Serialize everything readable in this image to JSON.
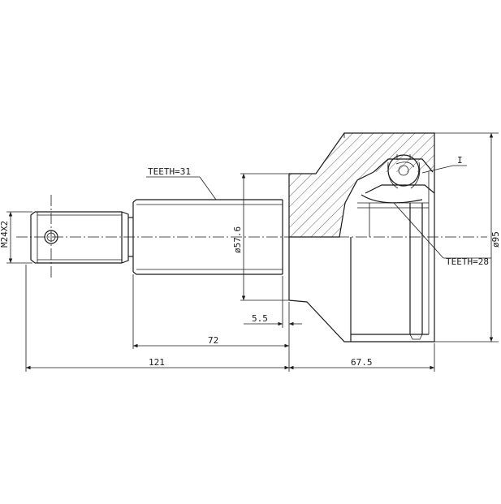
{
  "drawing": {
    "labels": {
      "teeth_shaft": "TEETH=31",
      "teeth_bell": "TEETH=28",
      "detail_mark": "I",
      "thread": "M24X2",
      "diameter_shaft": "ø57.6",
      "diameter_bell": "ø95"
    },
    "dimensions": {
      "shoulder": "5.5",
      "spline_length": "72",
      "shaft_length": "121",
      "bell_length": "67.5"
    }
  }
}
